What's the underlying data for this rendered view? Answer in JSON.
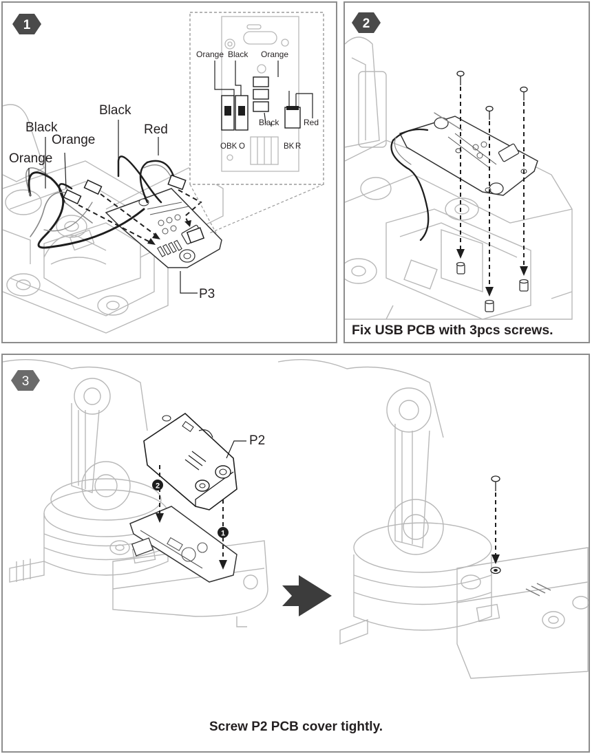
{
  "steps": [
    {
      "number": "1",
      "labels": {
        "orange_left": "Orange",
        "black_left": "Black",
        "orange_mid": "Orange",
        "black_top": "Black",
        "red": "Red",
        "p3": "P3"
      },
      "detail": {
        "orange1": "Orange",
        "black1": "Black",
        "orange2": "Orange",
        "black2": "Black",
        "red2": "Red",
        "obk": "OBK",
        "o": "O",
        "bk": "BK",
        "r": "R"
      }
    },
    {
      "number": "2",
      "caption": "Fix USB PCB with 3pcs screws."
    },
    {
      "number": "3",
      "p2": "P2",
      "order_first": "1",
      "order_second": "2",
      "caption": "Screw P2 PCB cover tightly."
    }
  ],
  "colors": {
    "panel_border": "#8c8c8c",
    "badge": "#4a4a4a",
    "line_art": "#b8b8b8",
    "ink": "#231f20"
  }
}
